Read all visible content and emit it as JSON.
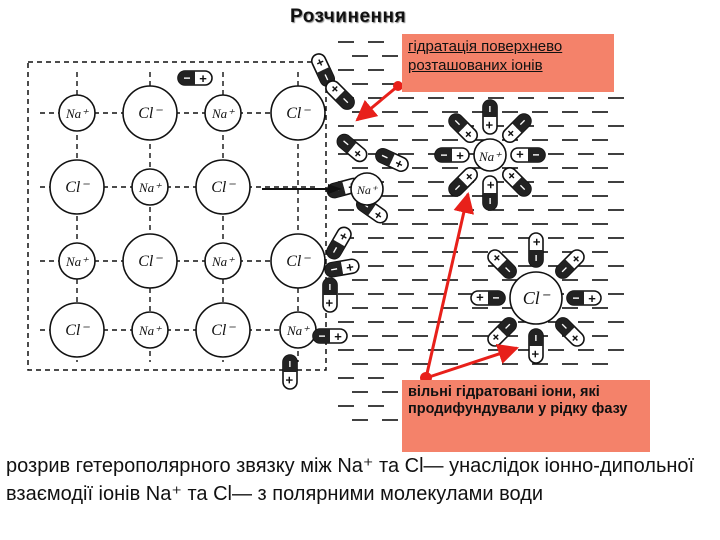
{
  "title": "Розчинення",
  "callouts": {
    "surface_hydration": "гідратація поверхнево розташованих іонів",
    "free_ions": "вільні гідратовані іони, які продифундували у рідку фазу"
  },
  "caption": "розрив гетерополярного звязку між Na⁺ та Cl— унаслідок іонно-дипольної взаємодії іонів Na⁺ та Cl— з полярними молекулами води",
  "ion_labels": {
    "sodium": "Na⁺",
    "chloride": "Cl⁻"
  },
  "dipole_signs": {
    "plus": "+",
    "minus": "−"
  },
  "lattice": [
    [
      "Na⁺",
      "Cl⁻",
      "Na⁺",
      "Cl⁻"
    ],
    [
      "Cl⁻",
      "Na⁺",
      "Cl⁻",
      ""
    ],
    [
      "Na⁺",
      "Cl⁻",
      "Na⁺",
      "Cl⁻"
    ],
    [
      "Cl⁻",
      "Na⁺",
      "Cl⁻",
      "Na⁺"
    ]
  ],
  "colors": {
    "callout_background": "#f4826a",
    "arrow": "#e8201a",
    "line": "#111111"
  }
}
